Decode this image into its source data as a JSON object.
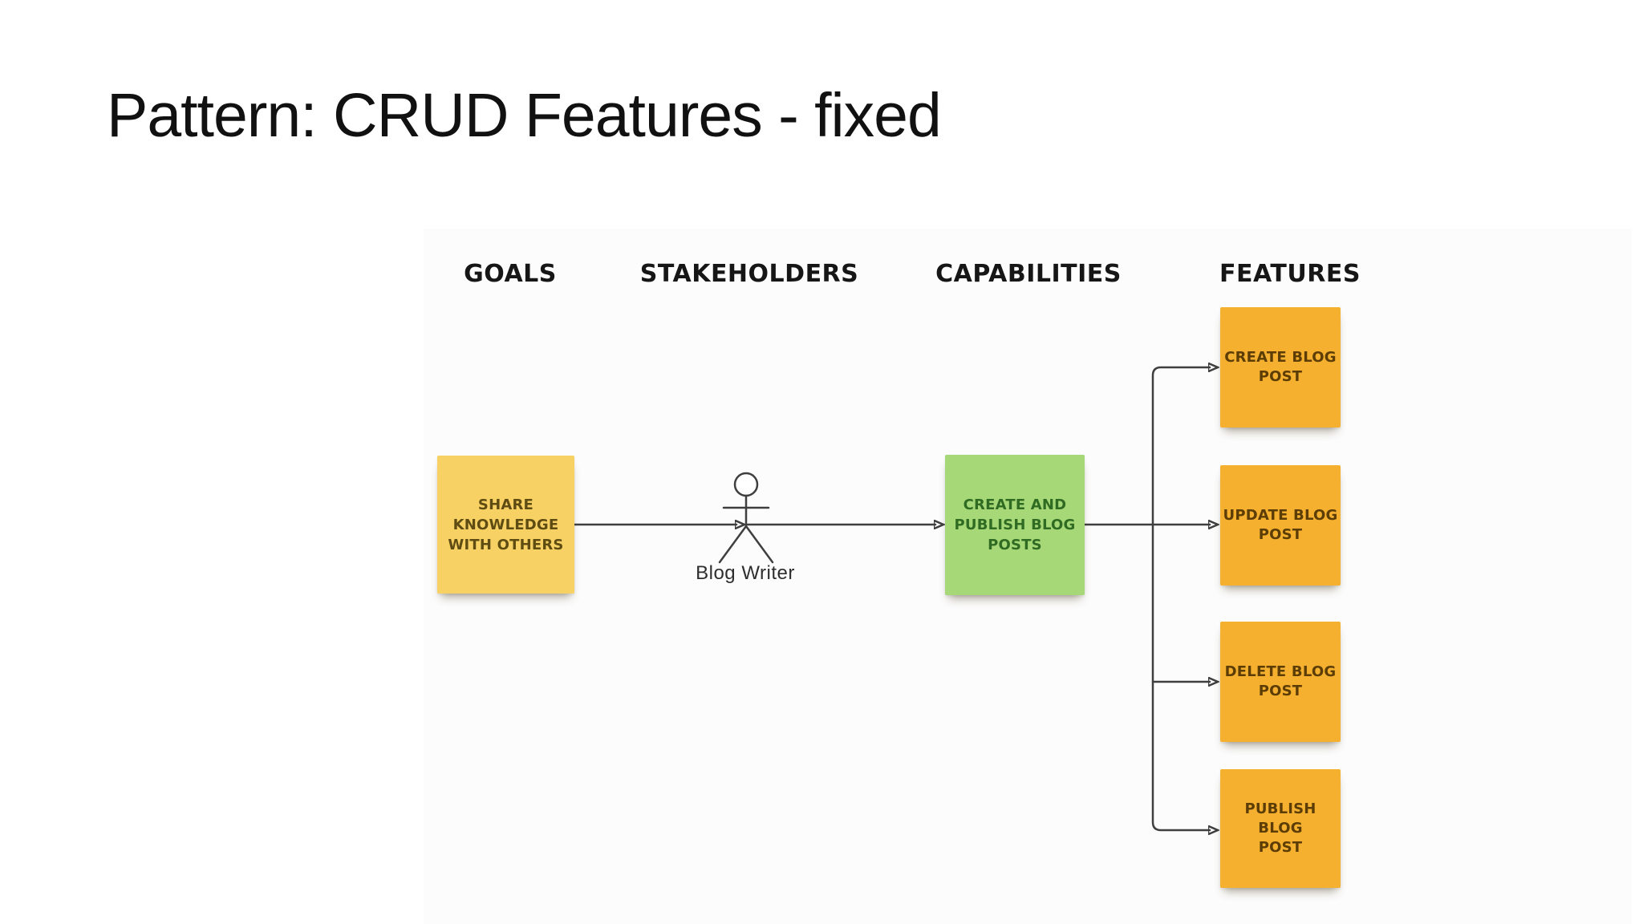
{
  "slide": {
    "title": "Pattern: CRUD Features - fixed"
  },
  "diagram": {
    "column_headers": [
      "GOALS",
      "STAKEHOLDERS",
      "CAPABILITIES",
      "FEATURES"
    ],
    "goal_note": {
      "text": "SHARE\nKNOWLEDGE\nWITH OTHERS"
    },
    "stakeholder": {
      "label": "Blog Writer",
      "icon": "stick-figure-person-icon"
    },
    "capability_note": {
      "text": "CREATE AND\nPUBLISH BLOG\nPOSTS"
    },
    "feature_notes": [
      {
        "text": "CREATE BLOG\nPOST"
      },
      {
        "text": "UPDATE BLOG\nPOST"
      },
      {
        "text": "DELETE BLOG\nPOST"
      },
      {
        "text": "PUBLISH BLOG\nPOST"
      }
    ]
  },
  "colors": {
    "note-yellow": "#F7D164",
    "note-green": "#A6D878",
    "note-orange": "#F4B02E",
    "text-yellow-note": "#5F4C12",
    "text-green-note": "#2F6B22",
    "text-orange-note": "#5C3D05",
    "connector": "#3F3F3F",
    "title-text": "#111111",
    "header-text": "#161616"
  }
}
